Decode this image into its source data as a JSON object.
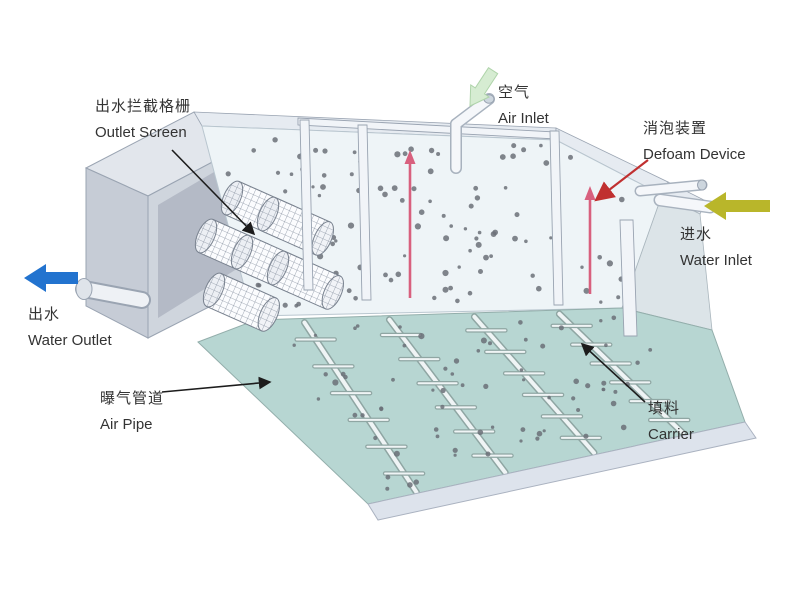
{
  "labels": {
    "outlet_screen": {
      "zh": "出水拦截格栅",
      "en": "Outlet Screen"
    },
    "air_inlet": {
      "zh": "空气",
      "en": "Air Inlet"
    },
    "defoam_device": {
      "zh": "消泡装置",
      "en": "Defoam Device"
    },
    "water_inlet": {
      "zh": "进水",
      "en": "Water Inlet"
    },
    "water_outlet": {
      "zh": "出水",
      "en": "Water Outlet"
    },
    "air_pipe": {
      "zh": "曝气管道",
      "en": "Air Pipe"
    },
    "carrier": {
      "zh": "填料",
      "en": "Carrier"
    }
  },
  "colors": {
    "water_outlet_arrow": "#2273cf",
    "water_inlet_arrow": "#b9b62a",
    "air_inlet_arrow": "#d6ecd2",
    "air_inlet_arrow_edge": "#afd4aa",
    "defoam_pointer": "#c03030",
    "leader_line": "#1c1c1c",
    "water_surface": "#eef4f7",
    "tank_floor": "#b7d6d2",
    "tank_wall": "#dde3ec",
    "carrier_dot": "#6b7078",
    "flow_rod": "#d8607e"
  }
}
